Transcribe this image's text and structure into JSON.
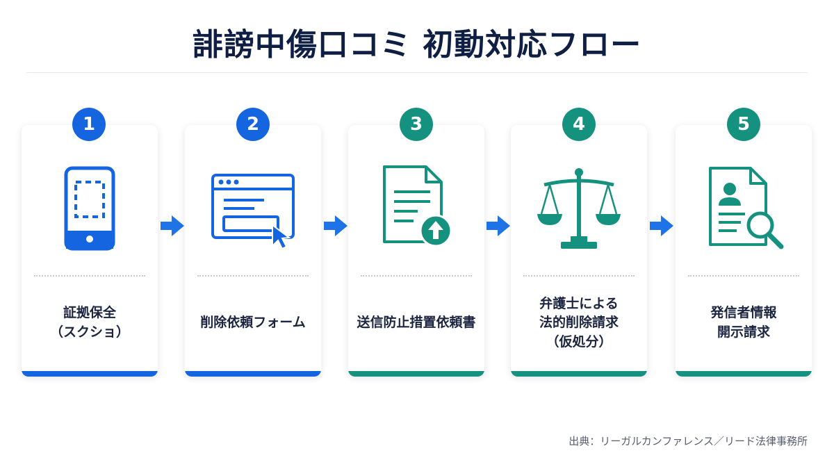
{
  "header": {
    "title": "誹謗中傷口コミ 初動対応フロー"
  },
  "colors": {
    "blue": "#1565e0",
    "teal": "#15917f",
    "arrow": "#1e73e8",
    "title": "#0f1f44"
  },
  "steps": [
    {
      "number": "1",
      "icon": "smartphone-screenshot-icon",
      "lines": [
        "証拠保全",
        "（スクショ）"
      ],
      "color": "blue"
    },
    {
      "number": "2",
      "icon": "browser-form-icon",
      "lines": [
        "削除依頼フォーム"
      ],
      "color": "blue"
    },
    {
      "number": "3",
      "icon": "document-upload-icon",
      "lines": [
        "送信防止措置依頼書"
      ],
      "color": "teal"
    },
    {
      "number": "4",
      "icon": "scales-of-justice-icon",
      "lines": [
        "弁護士による",
        "法的削除請求",
        "（仮処分）"
      ],
      "color": "teal"
    },
    {
      "number": "5",
      "icon": "profile-document-search-icon",
      "lines": [
        "発信者情報",
        "開示請求"
      ],
      "color": "teal"
    }
  ],
  "footer": {
    "source": "出典：リーガルカンファレンス／リード法律事務所"
  }
}
